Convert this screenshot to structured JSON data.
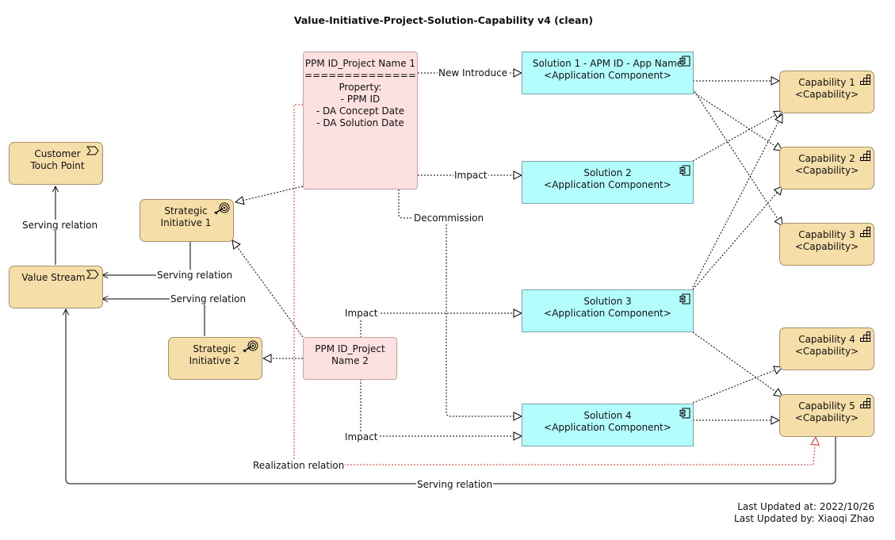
{
  "diagram": {
    "title": "Value-Initiative-Project-Solution-Capability v4 (clean)",
    "nodes": {
      "customer_touch_point": [
        "Customer",
        "Touch Point"
      ],
      "value_stream": [
        "Value Stream"
      ],
      "strategic_initiative_1": [
        "Strategic",
        "Initiative 1"
      ],
      "strategic_initiative_2": [
        "Strategic",
        "Initiative 2"
      ],
      "project_1": [
        "PPM ID_Project Name 1",
        "==============",
        "Property:",
        "- PPM ID",
        "- DA Concept Date",
        "- DA Solution Date"
      ],
      "project_2": [
        "PPM ID_Project",
        "Name 2"
      ],
      "solution_1": [
        "Solution 1 - APM ID - App Name",
        "<Application Component>"
      ],
      "solution_2": [
        "Solution 2",
        "<Application Component>"
      ],
      "solution_3": [
        "Solution 3",
        "<Application Component>"
      ],
      "solution_4": [
        "Solution 4",
        "<Application Component>"
      ],
      "capability_1": [
        "Capability 1",
        "<Capability>"
      ],
      "capability_2": [
        "Capability 2",
        "<Capability>"
      ],
      "capability_3": [
        "Capability 3",
        "<Capability>"
      ],
      "capability_4": [
        "Capability 4",
        "<Capability>"
      ],
      "capability_5": [
        "Capability 5",
        "<Capability>"
      ]
    },
    "relation_labels": {
      "serving_ctp": "Serving relation",
      "serving_si1": "Serving relation",
      "serving_si2": "Serving relation",
      "new_introduce": "New Introduce",
      "impact_sol2": "Impact",
      "decommission": "Decommission",
      "impact_sol3": "Impact",
      "impact_sol4": "Impact",
      "realization": "Realization relation",
      "serving_bottom": "Serving relation"
    },
    "colors": {
      "business": "#f6dea9",
      "application": "#b3fdfd",
      "project": "#fde0e0",
      "realization_line": "#e03030"
    },
    "icons": {
      "value_stream": "value-stream-chevron-icon",
      "strategic_initiative": "goal-target-icon",
      "application_component": "component-icon",
      "capability": "capability-stairs-icon"
    }
  },
  "footer": {
    "updated_at": "Last Updated at: 2022/10/26",
    "updated_by": "Last Updated by: Xiaoqi Zhao"
  }
}
